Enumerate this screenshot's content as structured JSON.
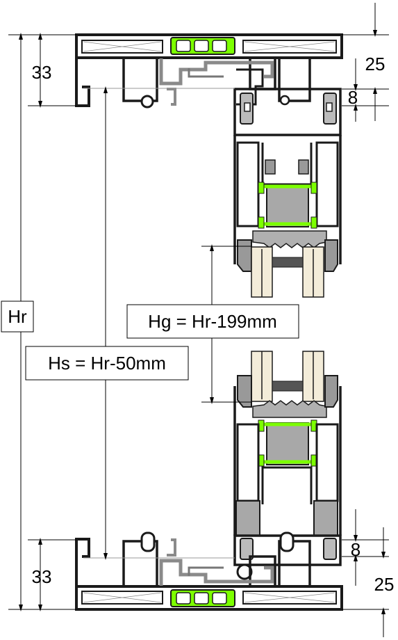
{
  "dimensions": {
    "overall_height": "Hr",
    "glass_height": "Hg = Hr-199mm",
    "sash_height": "Hs = Hr-50mm",
    "top_frame": "33",
    "bottom_frame": "33",
    "top_offset": "25",
    "top_overlap": "8",
    "bottom_overlap": "8",
    "bottom_offset": "25"
  },
  "colors": {
    "profile": "#1a1a1a",
    "profile_fill": "#bfbfbf",
    "gasket": "#7cff00",
    "glass": "#f3ecd9",
    "seal": "#9a9a9a"
  }
}
